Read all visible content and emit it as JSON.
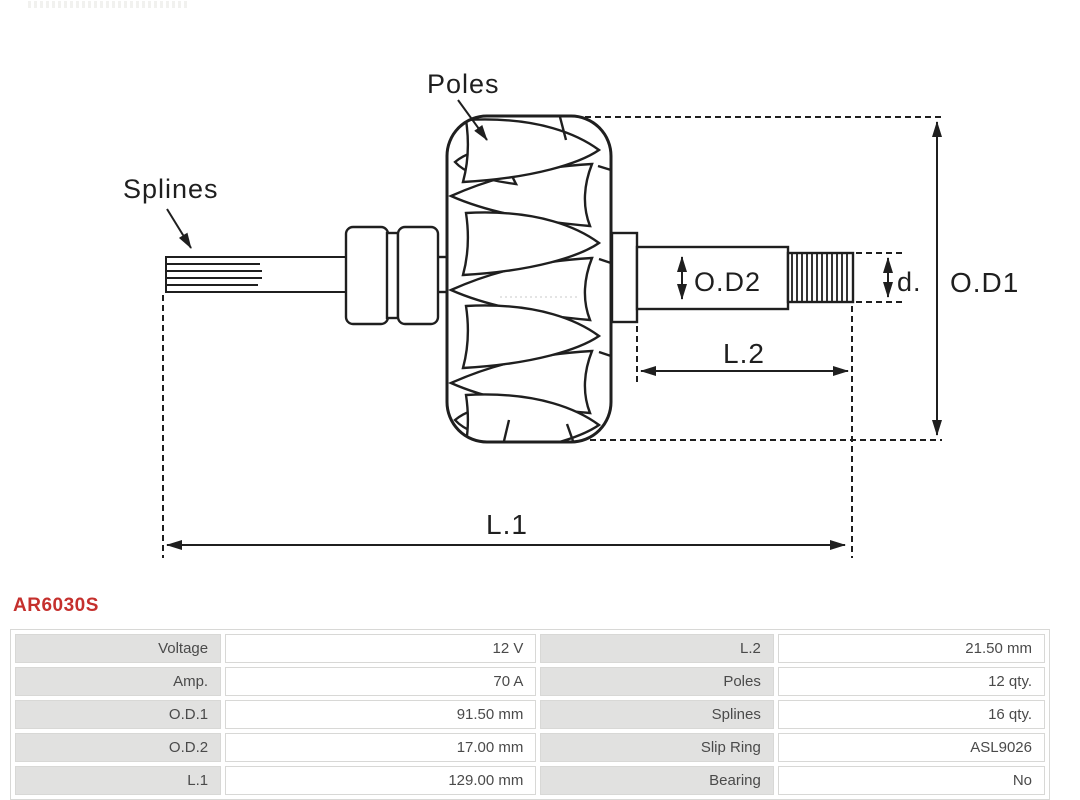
{
  "part_number": "AR6030S",
  "colors": {
    "part_number_red": "#c5302d",
    "line_art": "#1f1f1f",
    "table_label_bg": "#e1e1e0",
    "table_border": "#d8d8d6",
    "table_text": "#4a4a4a"
  },
  "diagram": {
    "labels": {
      "poles": "Poles",
      "splines": "Splines",
      "od2": "O.D2",
      "d": "d.",
      "od1": "O.D1",
      "l2": "L.2",
      "l1": "L.1"
    }
  },
  "table": {
    "rows": [
      {
        "l1": "Voltage",
        "v1": "12 V",
        "l2": "L.2",
        "v2": "21.50 mm"
      },
      {
        "l1": "Amp.",
        "v1": "70 A",
        "l2": "Poles",
        "v2": "12 qty."
      },
      {
        "l1": "O.D.1",
        "v1": "91.50 mm",
        "l2": "Splines",
        "v2": "16 qty."
      },
      {
        "l1": "O.D.2",
        "v1": "17.00 mm",
        "l2": "Slip Ring",
        "v2": "ASL9026"
      },
      {
        "l1": "L.1",
        "v1": "129.00 mm",
        "l2": "Bearing",
        "v2": "No"
      }
    ]
  }
}
